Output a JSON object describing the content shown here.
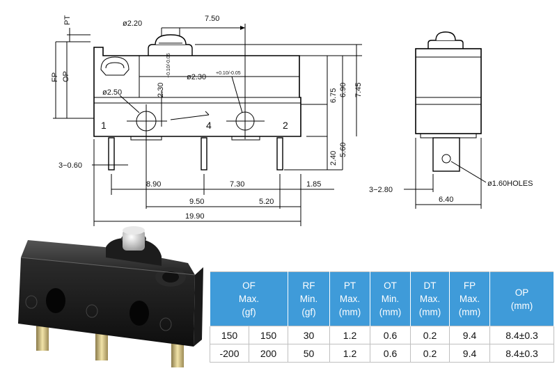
{
  "dimensions": {
    "d_actuator": "ø2.20",
    "actuator_offset": "7.50",
    "pt_label": "PT",
    "fp_label": "FP",
    "op_label": "OP",
    "d_hole_left": "ø2.50",
    "h_hole_left": "2.30",
    "tol_hole_left": "+0.10/-0.05",
    "d_hole_right": "ø2.30",
    "tol_hole_right": "+0.10/-0.05",
    "h_675": "6.75",
    "h_690": "6.90",
    "h_745": "7.45",
    "h_240": "2.40",
    "h_560": "5.60",
    "terminal_1": "1",
    "terminal_4": "4",
    "terminal_2": "2",
    "pin_width": "3−0.60",
    "w_890": "8.90",
    "w_730": "7.30",
    "w_185": "1.85",
    "w_950": "9.50",
    "w_520": "5.20",
    "w_1990": "19.90",
    "pin_thickness": "3−2.80",
    "holes": "ø1.60HOLES",
    "w_640": "6.40"
  },
  "table": {
    "headers": {
      "of": [
        "OF",
        "Max.",
        "(gf)"
      ],
      "rf": [
        "RF",
        "Min.",
        "(gf)"
      ],
      "pt": [
        "PT",
        "Max.",
        "(mm)"
      ],
      "ot": [
        "OT",
        "Min.",
        "(mm)"
      ],
      "dt": [
        "DT",
        "Max.",
        "(mm)"
      ],
      "fp": [
        "FP",
        "Max.",
        "(mm)"
      ],
      "op": [
        "OP",
        "(mm)"
      ]
    },
    "rows": [
      {
        "of_a": "150",
        "of_b": "150",
        "rf": "30",
        "pt": "1.2",
        "ot": "0.6",
        "dt": "0.2",
        "fp": "9.4",
        "op": "8.4±0.3"
      },
      {
        "of_a": "-200",
        "of_b": "200",
        "rf": "50",
        "pt": "1.2",
        "ot": "0.6",
        "dt": "0.2",
        "fp": "9.4",
        "op": "8.4±0.3"
      }
    ]
  },
  "colors": {
    "header_bg": "#3f9bd9",
    "header_text": "#ffffff"
  }
}
